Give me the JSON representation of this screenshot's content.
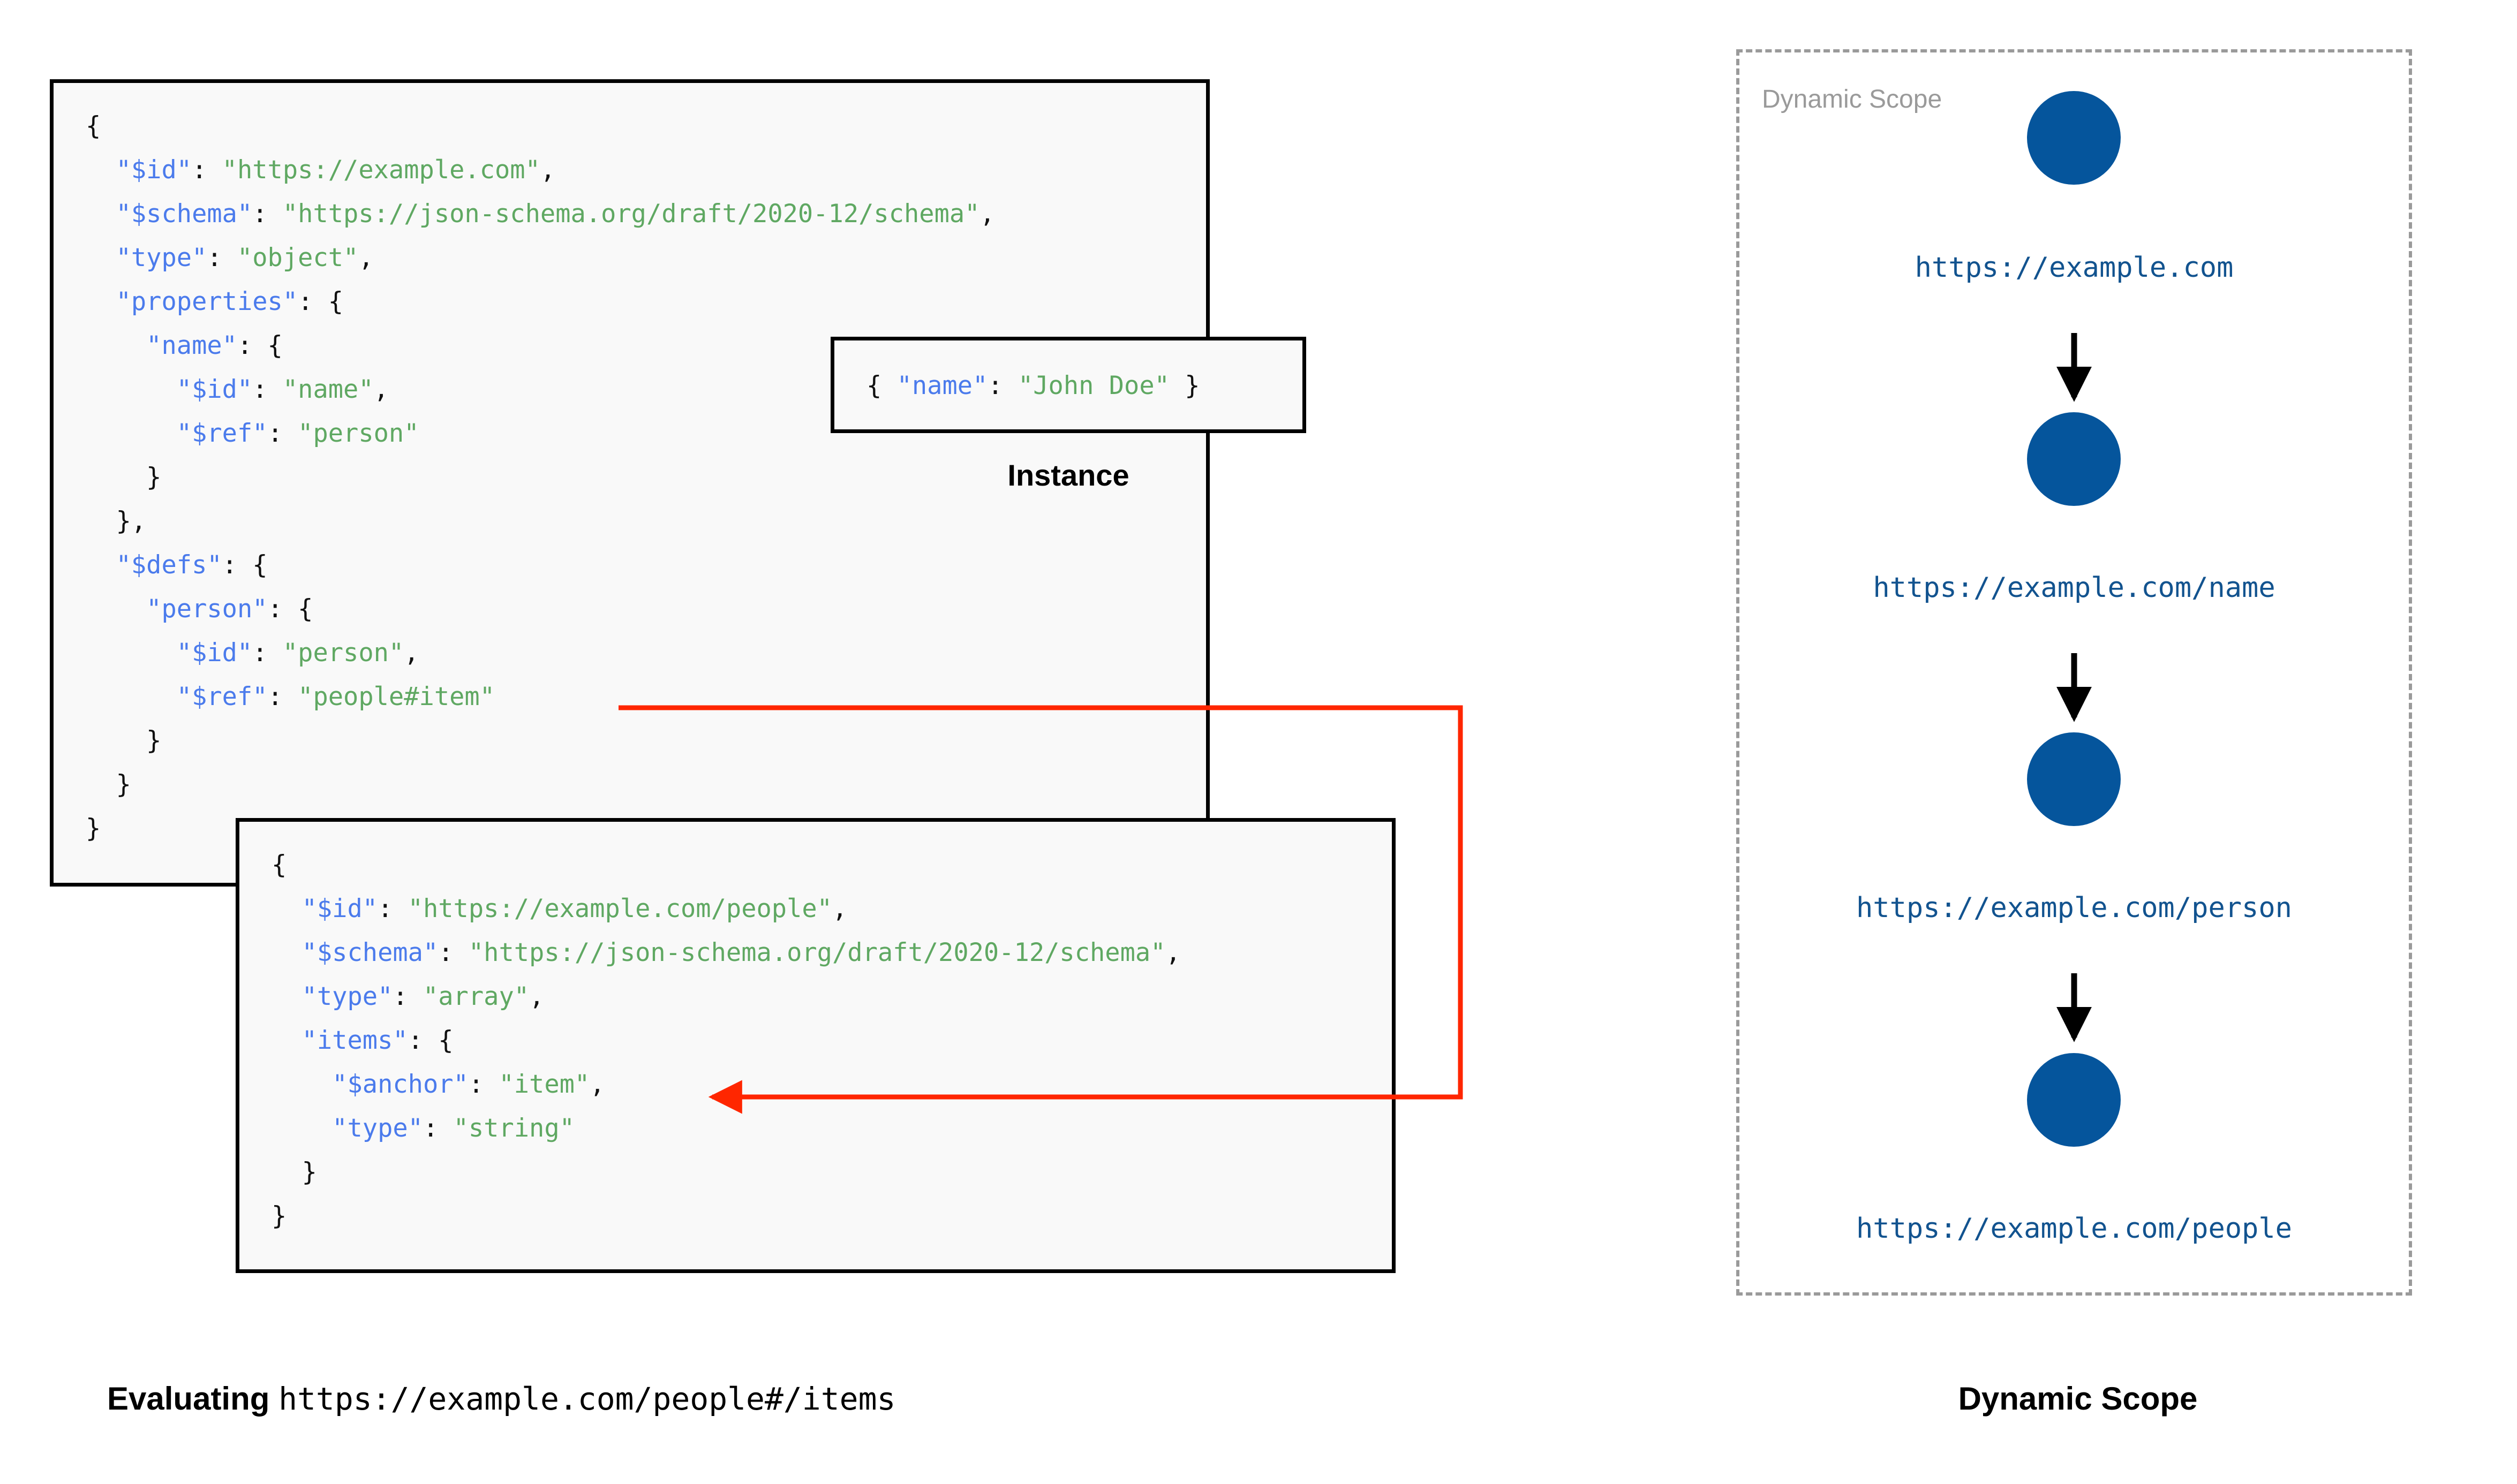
{
  "schema_box": {
    "name": "root-schema",
    "lines": [
      [
        {
          "t": "{",
          "c": "p"
        }
      ],
      [
        {
          "t": "  ",
          "c": "p"
        },
        {
          "t": "\"$id\"",
          "c": "k"
        },
        {
          "t": ": ",
          "c": "p"
        },
        {
          "t": "\"https://example.com\"",
          "c": "v"
        },
        {
          "t": ",",
          "c": "p"
        }
      ],
      [
        {
          "t": "  ",
          "c": "p"
        },
        {
          "t": "\"$schema\"",
          "c": "k"
        },
        {
          "t": ": ",
          "c": "p"
        },
        {
          "t": "\"https://json-schema.org/draft/2020-12/schema\"",
          "c": "v"
        },
        {
          "t": ",",
          "c": "p"
        }
      ],
      [
        {
          "t": "  ",
          "c": "p"
        },
        {
          "t": "\"type\"",
          "c": "k"
        },
        {
          "t": ": ",
          "c": "p"
        },
        {
          "t": "\"object\"",
          "c": "v"
        },
        {
          "t": ",",
          "c": "p"
        }
      ],
      [
        {
          "t": "  ",
          "c": "p"
        },
        {
          "t": "\"properties\"",
          "c": "k"
        },
        {
          "t": ": {",
          "c": "p"
        }
      ],
      [
        {
          "t": "    ",
          "c": "p"
        },
        {
          "t": "\"name\"",
          "c": "k"
        },
        {
          "t": ": {",
          "c": "p"
        }
      ],
      [
        {
          "t": "      ",
          "c": "p"
        },
        {
          "t": "\"$id\"",
          "c": "k"
        },
        {
          "t": ": ",
          "c": "p"
        },
        {
          "t": "\"name\"",
          "c": "v"
        },
        {
          "t": ",",
          "c": "p"
        }
      ],
      [
        {
          "t": "      ",
          "c": "p"
        },
        {
          "t": "\"$ref\"",
          "c": "k"
        },
        {
          "t": ": ",
          "c": "p"
        },
        {
          "t": "\"person\"",
          "c": "v"
        }
      ],
      [
        {
          "t": "    }",
          "c": "p"
        }
      ],
      [
        {
          "t": "  },",
          "c": "p"
        }
      ],
      [
        {
          "t": "  ",
          "c": "p"
        },
        {
          "t": "\"$defs\"",
          "c": "k"
        },
        {
          "t": ": {",
          "c": "p"
        }
      ],
      [
        {
          "t": "    ",
          "c": "p"
        },
        {
          "t": "\"person\"",
          "c": "k"
        },
        {
          "t": ": {",
          "c": "p"
        }
      ],
      [
        {
          "t": "      ",
          "c": "p"
        },
        {
          "t": "\"$id\"",
          "c": "k"
        },
        {
          "t": ": ",
          "c": "p"
        },
        {
          "t": "\"person\"",
          "c": "v"
        },
        {
          "t": ",",
          "c": "p"
        }
      ],
      [
        {
          "t": "      ",
          "c": "p"
        },
        {
          "t": "\"$ref\"",
          "c": "k"
        },
        {
          "t": ": ",
          "c": "p"
        },
        {
          "t": "\"people#item\"",
          "c": "v"
        }
      ],
      [
        {
          "t": "    }",
          "c": "p"
        }
      ],
      [
        {
          "t": "  }",
          "c": "p"
        }
      ],
      [
        {
          "t": "}",
          "c": "p"
        }
      ]
    ]
  },
  "instance_box": {
    "label": "Instance",
    "lines": [
      [
        {
          "t": "{ ",
          "c": "p"
        },
        {
          "t": "\"name\"",
          "c": "k"
        },
        {
          "t": ": ",
          "c": "p"
        },
        {
          "t": "\"John Doe\"",
          "c": "v"
        },
        {
          "t": " }",
          "c": "p"
        }
      ]
    ]
  },
  "people_box": {
    "name": "people-schema",
    "lines": [
      [
        {
          "t": "{",
          "c": "p"
        }
      ],
      [
        {
          "t": "  ",
          "c": "p"
        },
        {
          "t": "\"$id\"",
          "c": "k"
        },
        {
          "t": ": ",
          "c": "p"
        },
        {
          "t": "\"https://example.com/people\"",
          "c": "v"
        },
        {
          "t": ",",
          "c": "p"
        }
      ],
      [
        {
          "t": "  ",
          "c": "p"
        },
        {
          "t": "\"$schema\"",
          "c": "k"
        },
        {
          "t": ": ",
          "c": "p"
        },
        {
          "t": "\"https://json-schema.org/draft/2020-12/schema\"",
          "c": "v"
        },
        {
          "t": ",",
          "c": "p"
        }
      ],
      [
        {
          "t": "  ",
          "c": "p"
        },
        {
          "t": "\"type\"",
          "c": "k"
        },
        {
          "t": ": ",
          "c": "p"
        },
        {
          "t": "\"array\"",
          "c": "v"
        },
        {
          "t": ",",
          "c": "p"
        }
      ],
      [
        {
          "t": "  ",
          "c": "p"
        },
        {
          "t": "\"items\"",
          "c": "k"
        },
        {
          "t": ": {",
          "c": "p"
        }
      ],
      [
        {
          "t": "    ",
          "c": "p"
        },
        {
          "t": "\"$anchor\"",
          "c": "k"
        },
        {
          "t": ": ",
          "c": "p"
        },
        {
          "t": "\"item\"",
          "c": "v"
        },
        {
          "t": ",",
          "c": "p"
        }
      ],
      [
        {
          "t": "    ",
          "c": "p"
        },
        {
          "t": "\"type\"",
          "c": "k"
        },
        {
          "t": ": ",
          "c": "p"
        },
        {
          "t": "\"string\"",
          "c": "v"
        }
      ],
      [
        {
          "t": "  }",
          "c": "p"
        }
      ],
      [
        {
          "t": "}",
          "c": "p"
        }
      ]
    ]
  },
  "captions": {
    "left_prefix": "Evaluating ",
    "left_uri": "https://example.com/people#/items",
    "right": "Dynamic Scope"
  },
  "scope_panel": {
    "title": "Dynamic Scope",
    "nodes": [
      {
        "label": "https://example.com"
      },
      {
        "label": "https://example.com/name"
      },
      {
        "label": "https://example.com/person"
      },
      {
        "label": "https://example.com/people"
      }
    ]
  },
  "colors": {
    "node_blue": "#05559C",
    "label_blue": "#12538F",
    "json_key": "#4B7BEC",
    "json_value": "#5FA862",
    "connector_red": "#FF2600",
    "dashed_border": "#9A9A9A",
    "box_fill": "#F9F9F9"
  }
}
